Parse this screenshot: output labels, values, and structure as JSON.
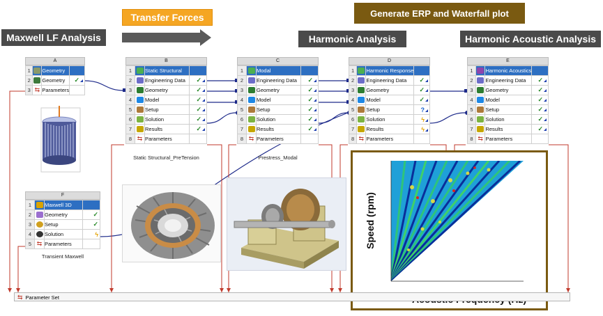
{
  "banners": {
    "maxwell_lf": "Maxwell LF Analysis",
    "transfer_forces": "Transfer Forces",
    "generate_erp": "Generate ERP  and Waterfall plot",
    "harmonic": "Harmonic Analysis",
    "harmonic_acoustic": "Harmonic Acoustic Analysis"
  },
  "systems": {
    "A": {
      "letter": "A",
      "rows": [
        {
          "n": "1",
          "label": "Geometry",
          "state": ""
        },
        {
          "n": "2",
          "label": "Geometry",
          "state": "check"
        },
        {
          "n": "3",
          "label": "Parameters",
          "state": ""
        }
      ]
    },
    "B": {
      "letter": "B",
      "rows": [
        {
          "n": "1",
          "label": "Static Structural",
          "state": ""
        },
        {
          "n": "2",
          "label": "Engineering Data",
          "state": "check"
        },
        {
          "n": "3",
          "label": "Geometry",
          "state": "check"
        },
        {
          "n": "4",
          "label": "Model",
          "state": "check"
        },
        {
          "n": "5",
          "label": "Setup",
          "state": "check"
        },
        {
          "n": "6",
          "label": "Solution",
          "state": "check"
        },
        {
          "n": "7",
          "label": "Results",
          "state": "check"
        },
        {
          "n": "8",
          "label": "Parameters",
          "state": ""
        }
      ],
      "caption": "Static Structural_PreTension"
    },
    "C": {
      "letter": "C",
      "rows": [
        {
          "n": "1",
          "label": "Modal",
          "state": ""
        },
        {
          "n": "2",
          "label": "Engineering Data",
          "state": "check"
        },
        {
          "n": "3",
          "label": "Geometry",
          "state": "check"
        },
        {
          "n": "4",
          "label": "Model",
          "state": "check"
        },
        {
          "n": "5",
          "label": "Setup",
          "state": "check"
        },
        {
          "n": "6",
          "label": "Solution",
          "state": "check"
        },
        {
          "n": "7",
          "label": "Results",
          "state": "check"
        },
        {
          "n": "8",
          "label": "Parameters",
          "state": ""
        }
      ],
      "caption": "Prestress_Modal"
    },
    "D": {
      "letter": "D",
      "rows": [
        {
          "n": "1",
          "label": "Harmonic Response",
          "state": ""
        },
        {
          "n": "2",
          "label": "Engineering Data",
          "state": "check"
        },
        {
          "n": "3",
          "label": "Geometry",
          "state": "check"
        },
        {
          "n": "4",
          "label": "Model",
          "state": "check"
        },
        {
          "n": "5",
          "label": "Setup",
          "state": "question"
        },
        {
          "n": "6",
          "label": "Solution",
          "state": "bolt"
        },
        {
          "n": "7",
          "label": "Results",
          "state": "bolt"
        },
        {
          "n": "8",
          "label": "Parameters",
          "state": ""
        }
      ]
    },
    "E": {
      "letter": "E",
      "rows": [
        {
          "n": "1",
          "label": "Harmonic Acoustics",
          "state": ""
        },
        {
          "n": "2",
          "label": "Engineering Data",
          "state": "check"
        },
        {
          "n": "3",
          "label": "Geometry",
          "state": "check"
        },
        {
          "n": "4",
          "label": "Model",
          "state": "check"
        },
        {
          "n": "5",
          "label": "Setup",
          "state": "check"
        },
        {
          "n": "6",
          "label": "Solution",
          "state": "check"
        },
        {
          "n": "7",
          "label": "Results",
          "state": "check"
        },
        {
          "n": "8",
          "label": "Parameters",
          "state": ""
        }
      ]
    },
    "F": {
      "letter": "F",
      "rows": [
        {
          "n": "1",
          "label": "Maxwell 3D",
          "state": ""
        },
        {
          "n": "2",
          "label": "Geometry",
          "state": "check"
        },
        {
          "n": "3",
          "label": "Setup",
          "state": "check"
        },
        {
          "n": "4",
          "label": "Solution",
          "state": "bolt"
        },
        {
          "n": "5",
          "label": "Parameters",
          "state": ""
        }
      ],
      "caption": "Transient Maxwell"
    }
  },
  "plot": {
    "ylabel": "Speed (rpm)",
    "xlabel": "Acoustic Frequency (Hz)"
  },
  "parameter_set": "Parameter Set",
  "colors": {
    "header_blue": "#2d6fc2",
    "banner_grey": "#4a4a4a",
    "banner_orange": "#f5a623",
    "banner_brown": "#7a5a11"
  }
}
